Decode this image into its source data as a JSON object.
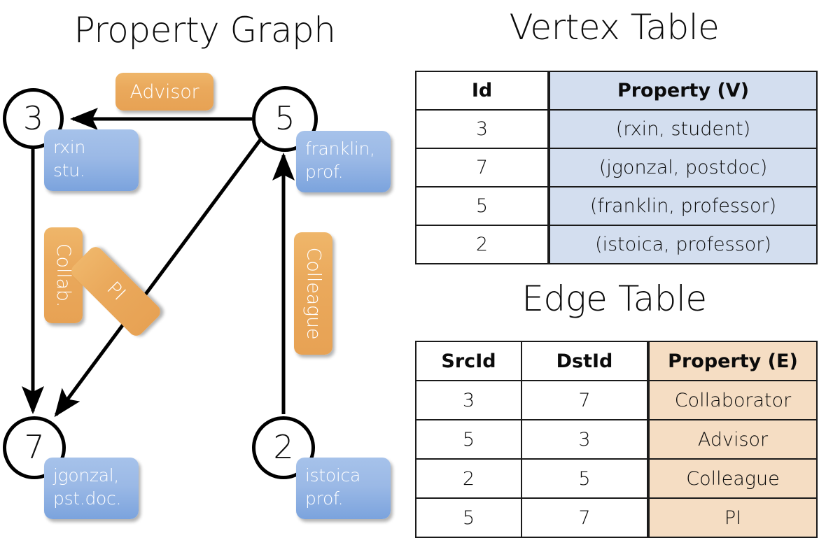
{
  "titles": {
    "property_graph": "Property Graph",
    "vertex_table": "Vertex Table",
    "edge_table": "Edge Table"
  },
  "colors": {
    "vertex_table_fill": "#d3deef",
    "edge_table_fill": "#f5ddc3",
    "property_box_blue": "#9bb9e6",
    "edge_label_orange": "#eaa95c",
    "stroke": "#000000",
    "background": "#ffffff"
  },
  "graph": {
    "vertices": [
      {
        "id": "3",
        "property_line1": "rxin",
        "property_line2": "stu."
      },
      {
        "id": "5",
        "property_line1": "franklin,",
        "property_line2": "prof."
      },
      {
        "id": "7",
        "property_line1": "jgonzal,",
        "property_line2": "pst.doc."
      },
      {
        "id": "2",
        "property_line1": "istoica",
        "property_line2": "prof."
      }
    ],
    "edge_labels": [
      {
        "name": "advisor",
        "text": "Advisor",
        "orientation": "horizontal"
      },
      {
        "name": "collab",
        "text": "Collab.",
        "orientation": "vertical"
      },
      {
        "name": "pi",
        "text": "PI",
        "orientation": "diagonal"
      },
      {
        "name": "colleague",
        "text": "Colleague",
        "orientation": "vertical"
      }
    ]
  },
  "vertex_table": {
    "headers": [
      "Id",
      "Property (V)"
    ],
    "rows": [
      {
        "id": "3",
        "property": "(rxin, student)"
      },
      {
        "id": "7",
        "property": "(jgonzal, postdoc)"
      },
      {
        "id": "5",
        "property": "(franklin, professor)"
      },
      {
        "id": "2",
        "property": "(istoica, professor)"
      }
    ]
  },
  "edge_table": {
    "headers": [
      "SrcId",
      "DstId",
      "Property (E)"
    ],
    "rows": [
      {
        "src": "3",
        "dst": "7",
        "property": "Collaborator"
      },
      {
        "src": "5",
        "dst": "3",
        "property": "Advisor"
      },
      {
        "src": "2",
        "dst": "5",
        "property": "Colleague"
      },
      {
        "src": "5",
        "dst": "7",
        "property": "PI"
      }
    ]
  }
}
